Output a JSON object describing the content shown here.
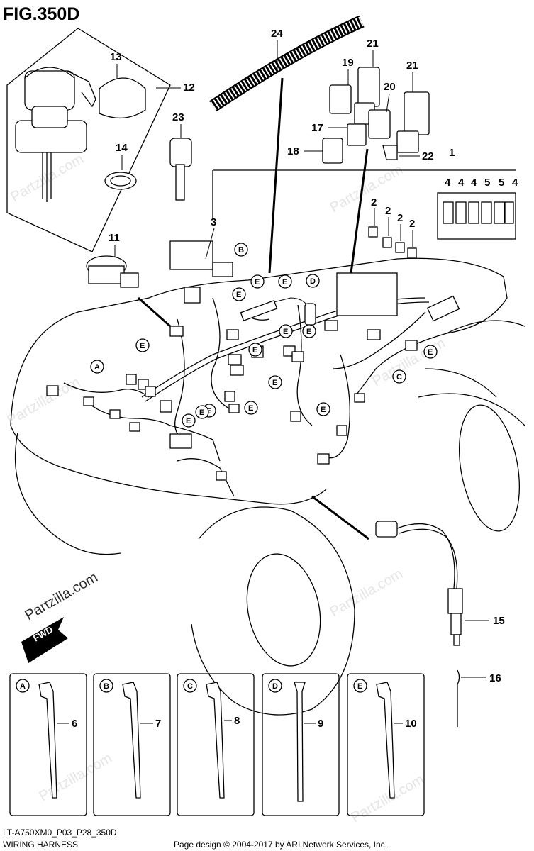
{
  "figure": {
    "title": "FIG.350D"
  },
  "callouts": [
    "1",
    "2",
    "2",
    "2",
    "2",
    "3",
    "4",
    "4",
    "4",
    "5",
    "5",
    "4",
    "11",
    "12",
    "13",
    "14",
    "15",
    "16",
    "17",
    "18",
    "19",
    "20",
    "21",
    "21",
    "22",
    "23",
    "24"
  ],
  "harness_labels": [
    "A",
    "B",
    "C",
    "D",
    "E"
  ],
  "clamp_legend": [
    {
      "letter": "A",
      "part_no": "6"
    },
    {
      "letter": "B",
      "part_no": "7"
    },
    {
      "letter": "C",
      "part_no": "8"
    },
    {
      "letter": "D",
      "part_no": "9"
    },
    {
      "letter": "E",
      "part_no": "10"
    }
  ],
  "fwd_label": "FWD",
  "watermark": "Partzilla.com",
  "footer": {
    "model_code": "LT-A750XM0_P03_P28_350D",
    "section": "WIRING HARNESS",
    "credit": "Page design © 2004-2017 by ARI Network Services, Inc."
  }
}
